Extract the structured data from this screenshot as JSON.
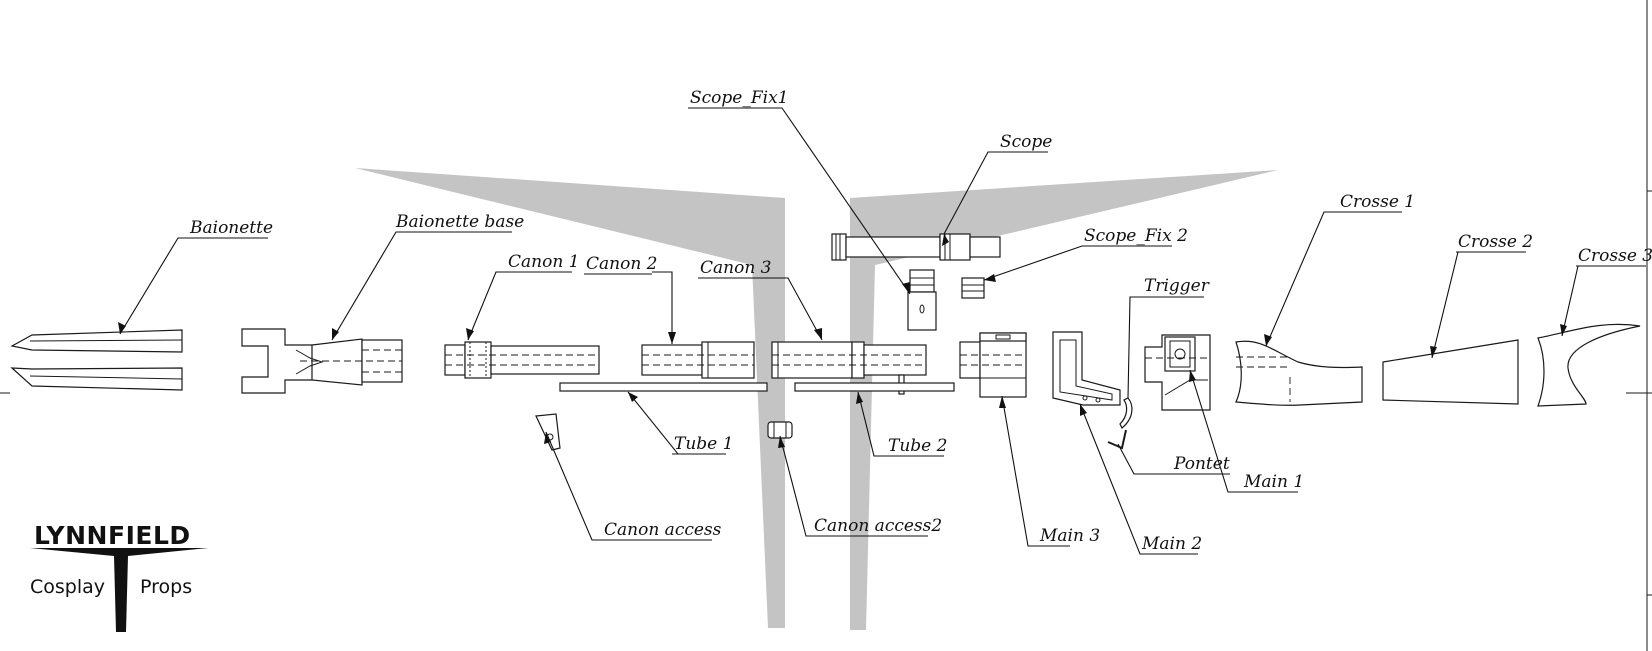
{
  "colors": {
    "watermark": "#c4c4c4",
    "ink": "#111111"
  },
  "logo": {
    "name": "LYNNFIELD",
    "left_word": "Cosplay",
    "right_word": "Props"
  },
  "labels": {
    "baionette": "Baionette",
    "baionette_base": "Baionette base",
    "canon_1": "Canon 1",
    "canon_2": "Canon 2",
    "canon_3": "Canon 3",
    "scope_fix_1": "Scope_Fix1",
    "scope": "Scope",
    "scope_fix_2": "Scope_Fix 2",
    "trigger": "Trigger",
    "crosse_1": "Crosse 1",
    "crosse_2": "Crosse 2",
    "crosse_3": "Crosse 3",
    "tube_1": "Tube 1",
    "tube_2": "Tube 2",
    "canon_access": "Canon access",
    "canon_access_2": "Canon access2",
    "main_3": "Main 3",
    "main_2": "Main 2",
    "main_1": "Main 1",
    "pontet": "Pontet"
  }
}
